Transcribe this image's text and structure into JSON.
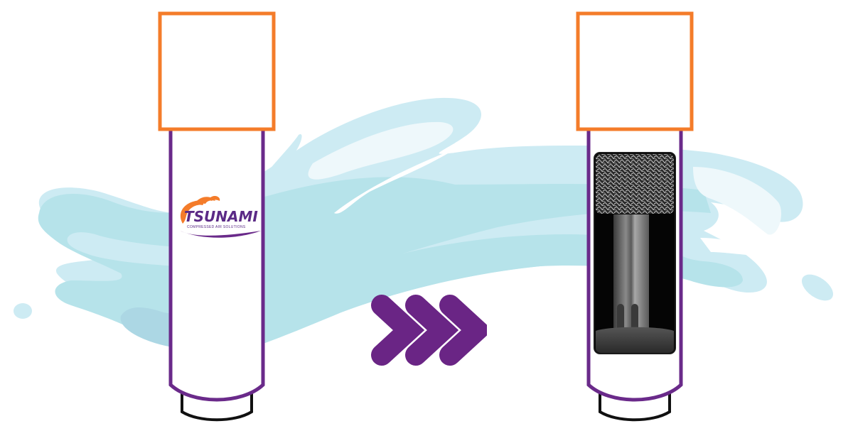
{
  "diagram": {
    "description": "Before/after comparison of a compressed air filter housing",
    "colors": {
      "housing_outline": "#6a2a8a",
      "cap_outline": "#f47c2a",
      "bowl_outline": "#111111",
      "arrow": "#6a2585",
      "water_light": "#cdebf3",
      "water_mid": "#b6e3ea",
      "water_dark": "#acd7e4",
      "water_highlight": "#eef8fb",
      "element_dark": "#0a0a0a",
      "element_mid": "#555555"
    },
    "left_unit": {
      "label": "closed-filter-housing",
      "logo": {
        "brand": "TSUNAMI",
        "tagline": "COMPRESSED AIR SOLUTIONS"
      }
    },
    "arrow": {
      "icon": "triple-chevron-right",
      "count": 3
    },
    "right_unit": {
      "label": "cutaway-filter-housing",
      "internals": [
        "mesh-demister-pad",
        "dark-cylinder",
        "center-tube",
        "drain-slots",
        "base-plate"
      ]
    }
  }
}
